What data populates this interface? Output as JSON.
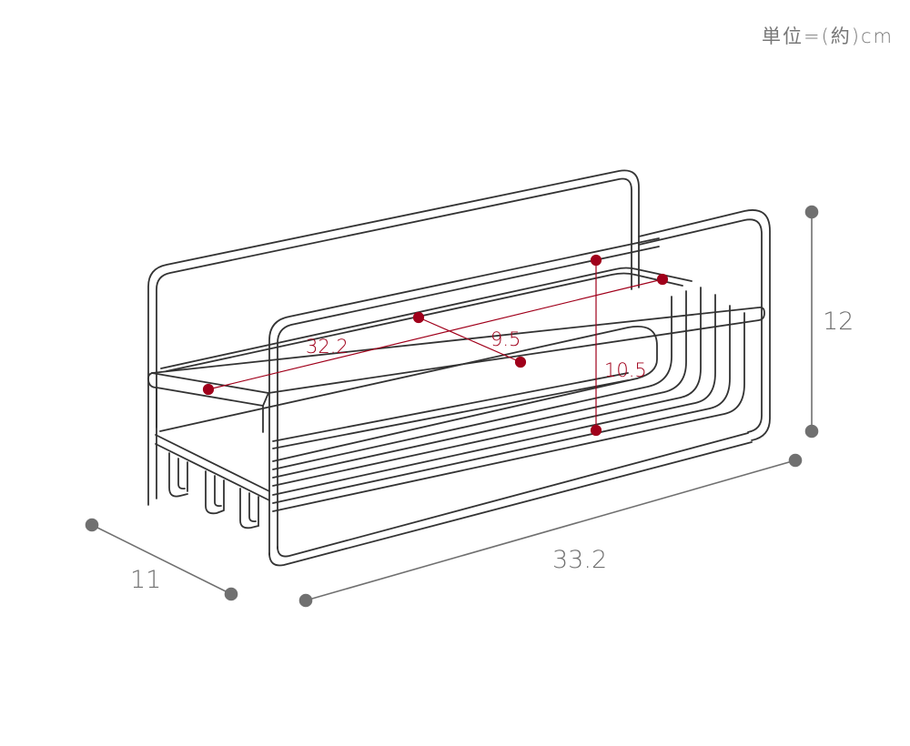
{
  "unit_label": "単位=(約)cm",
  "colors": {
    "outer_dimension": "#707070",
    "inner_dimension": "#a0001b",
    "outline": "#333333"
  },
  "outer_dimensions": {
    "width": "33.2",
    "depth": "11",
    "height": "12"
  },
  "inner_dimensions": {
    "width": "32.2",
    "depth": "9.5",
    "height": "10.5"
  }
}
